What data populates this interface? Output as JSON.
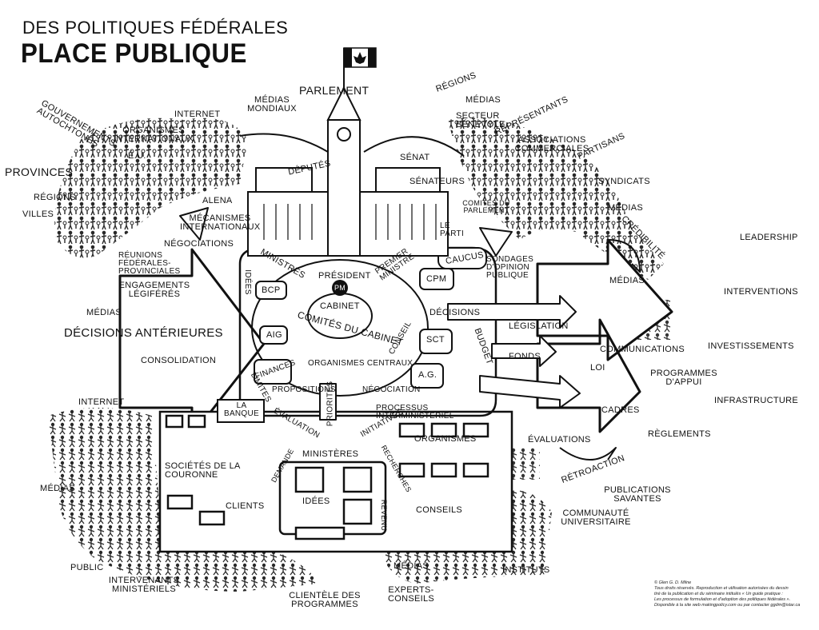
{
  "header": {
    "subtitle": "DES POLITIQUES FÉDÉRALES",
    "title": "PLACE PUBLIQUE"
  },
  "parliament": {
    "name": "PARLEMENT",
    "deputes": "DÉPUTÉS",
    "senat": "SÉNAT",
    "senateurs": "SÉNATEURS",
    "comites": "COMITÉS DU PARLEMENT",
    "parti": "LE PARTI",
    "caucus": "CAUCUS"
  },
  "core": {
    "president": "PRÉSIDENT",
    "pm": "PM",
    "cabinet": "CABINET",
    "comites_cabinet": "COMITÉS DU CABINET",
    "ministres": "MINISTRES",
    "premier_ministre": "PREMIER MINISTRE",
    "cpm": "CPM",
    "bcp": "BCP",
    "aig": "AIG",
    "finances": "FINANCES",
    "sct": "SCT",
    "ag": "A.G.",
    "idees": "IDÉES",
    "conseil": "CONSEIL",
    "decisions": "DÉCISIONS",
    "budget": "BUDGET",
    "organismes_centraux": "ORGANISMES CENTRAUX",
    "propositions": "PROPOSITIONS",
    "negociation": "NÉGOCIATION",
    "limites": "LIMITES",
    "priorites": "PRIORITÉS",
    "la_banque": "LA BANQUE",
    "evaluation": "ÉVALUATION",
    "initiatives": "INITIATIVES",
    "processus": "PROCESSUS INTERMINISTÉRIEL",
    "ministeres": "MINISTÈRES",
    "demande": "DEMANDE",
    "recherches": "RECHERCHES",
    "idees2": "IDÉES",
    "revenu": "REVENU",
    "organismes": "ORGANISMES",
    "societes": "SOCIÉTÉS DE LA COURONNE"
  },
  "left": {
    "gouv_autochtones": "GOUVERNEMENTS AUTOCHTONES",
    "internet": "INTERNET",
    "medias_mondiaux": "MÉDIAS MONDIAUX",
    "organismes_int": "ORGANISMES INTERNATIONAUX",
    "eu": "É.U.",
    "provinces": "PROVINCES",
    "regions": "RÉGIONS",
    "villes": "VILLES",
    "alena": "ALENA",
    "mecanismes": "MÉCANISMES INTERNATIONAUX",
    "negociations": "NÉGOCIATIONS",
    "reunions": "RÉUNIONS FÉDÉRALES-PROVINCIALES",
    "engagements": "ENGAGEMENTS LÉGIFÉRÉS",
    "medias": "MÉDIAS",
    "decisions_ant": "DÉCISIONS ANTÉRIEURES",
    "consolidation": "CONSOLIDATION",
    "internet2": "INTERNET",
    "medias2": "MÉDIAS",
    "clients": "CLIENTS",
    "public": "PUBLIC",
    "intervenants": "INTERVENANTS MINISTÉRIELS",
    "clientele": "CLIENTÈLE DES PROGRAMMES"
  },
  "right": {
    "regions": "RÉGIONS",
    "medias": "MÉDIAS",
    "secteur": "SECTEUR BÉNÉVOLE",
    "representants": "REPRÉSENTANTS",
    "associations": "ASSOCIATIONS COMMERCIALES",
    "partisans": "PARTISANS",
    "syndicats": "SYNDICATS",
    "medias2": "MÉDIAS",
    "credibilite": "CRÉDIBILITÉ",
    "sondages": "SONDAGES D'OPINION PUBLIQUE",
    "medias3": "MÉDIAS",
    "legislation": "LÉGISLATION",
    "fonds": "FONDS",
    "loi": "LOI",
    "communications": "COMMUNICATIONS",
    "programmes": "PROGRAMMES D'APPUI",
    "cadres": "CADRES",
    "reglements": "RÈGLEMENTS",
    "evaluations": "ÉVALUATIONS",
    "retroaction": "RÉTROACTION",
    "publications": "PUBLICATIONS SAVANTES",
    "communaute": "COMMUNAUTÉ UNIVERSITAIRE",
    "conseils": "CONSEILS",
    "instituts": "INSTITUTS",
    "medias4": "MÉDIAS",
    "experts": "EXPERTS-CONSEILS"
  },
  "outcomes": {
    "leadership": "LEADERSHIP",
    "interventions": "INTERVENTIONS",
    "investissements": "INVESTISSEMENTS",
    "infrastructure": "INFRASTRUCTURE"
  },
  "credit": {
    "author": "© Glen G. D. Milne",
    "line1": "Tous droits réservés. Reproduction et utilisation autorisées du dessin",
    "line2": "tiré de la publication et du séminaire intitulés « Un guide pratique :",
    "line3": "Les processus de formulation et d'adoption des politiques fédérales ».",
    "line4": "Disponible à la site web makingpolicy.com ou par contacter ggdm@istar.ca"
  }
}
